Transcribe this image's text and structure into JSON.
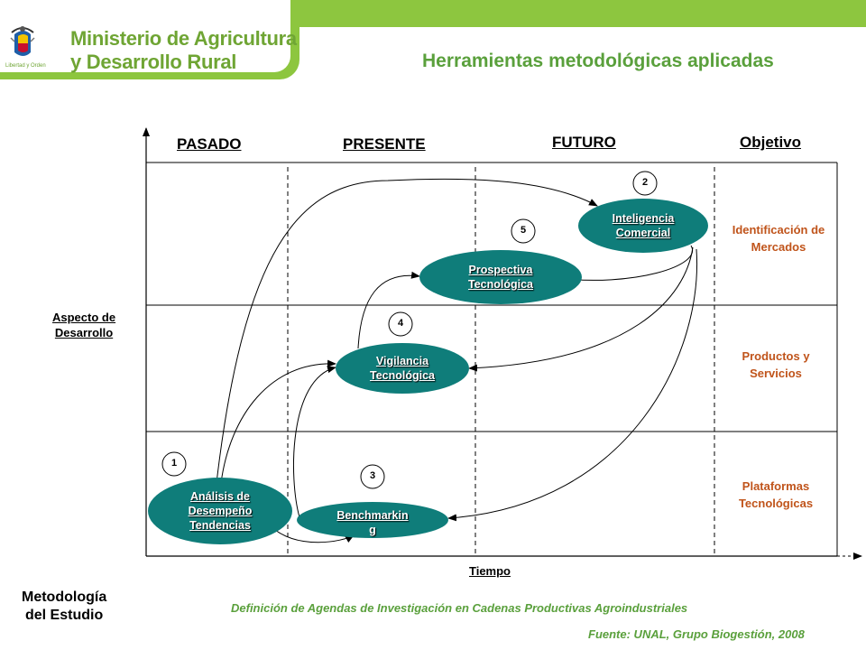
{
  "header": {
    "ministry_line1": "Ministerio de Agricultura",
    "ministry_line2": "y Desarrollo Rural",
    "logo_motto": "Libertad y Orden",
    "title": "Herramientas metodológicas aplicadas"
  },
  "columns": {
    "pasado": "PASADO",
    "presente": "PRESENTE",
    "futuro": "FUTURO",
    "objetivo": "Objetivo"
  },
  "axes": {
    "y_line1": "Aspecto de",
    "y_line2": "Desarrollo",
    "x_label": "Tiempo"
  },
  "objectives": {
    "row1_line1": "Identificación de",
    "row1_line2": "Mercados",
    "row2_line1": "Productos y",
    "row2_line2": "Servicios",
    "row3_line1": "Plataformas",
    "row3_line2": "Tecnológicas"
  },
  "nodes": {
    "analisis": {
      "line1": "Análisis de",
      "line2": "Desempeño",
      "line3": "Tendencias",
      "number": "1"
    },
    "inteligencia": {
      "line1": "Inteligencia",
      "line2": "Comercial",
      "number": "2"
    },
    "benchmarking": {
      "line1": "Benchmarkin",
      "line2": "g",
      "number": "3"
    },
    "vigilancia": {
      "line1": "Vigilancia",
      "line2": "Tecnológica",
      "number": "4"
    },
    "prospectiva": {
      "line1": "Prospectiva",
      "line2": "Tecnológica",
      "number": "5"
    }
  },
  "footer": {
    "methodology_line1": "Metodología",
    "methodology_line2": "del Estudio",
    "agenda": "Definición de Agendas de Investigación en Cadenas Productivas Agroindustriales",
    "source": "Fuente: UNAL, Grupo Biogestión, 2008"
  },
  "colors": {
    "node_fill": "#0f7d7a",
    "accent_green": "#8dc63f",
    "objective_text": "#c0541b"
  }
}
